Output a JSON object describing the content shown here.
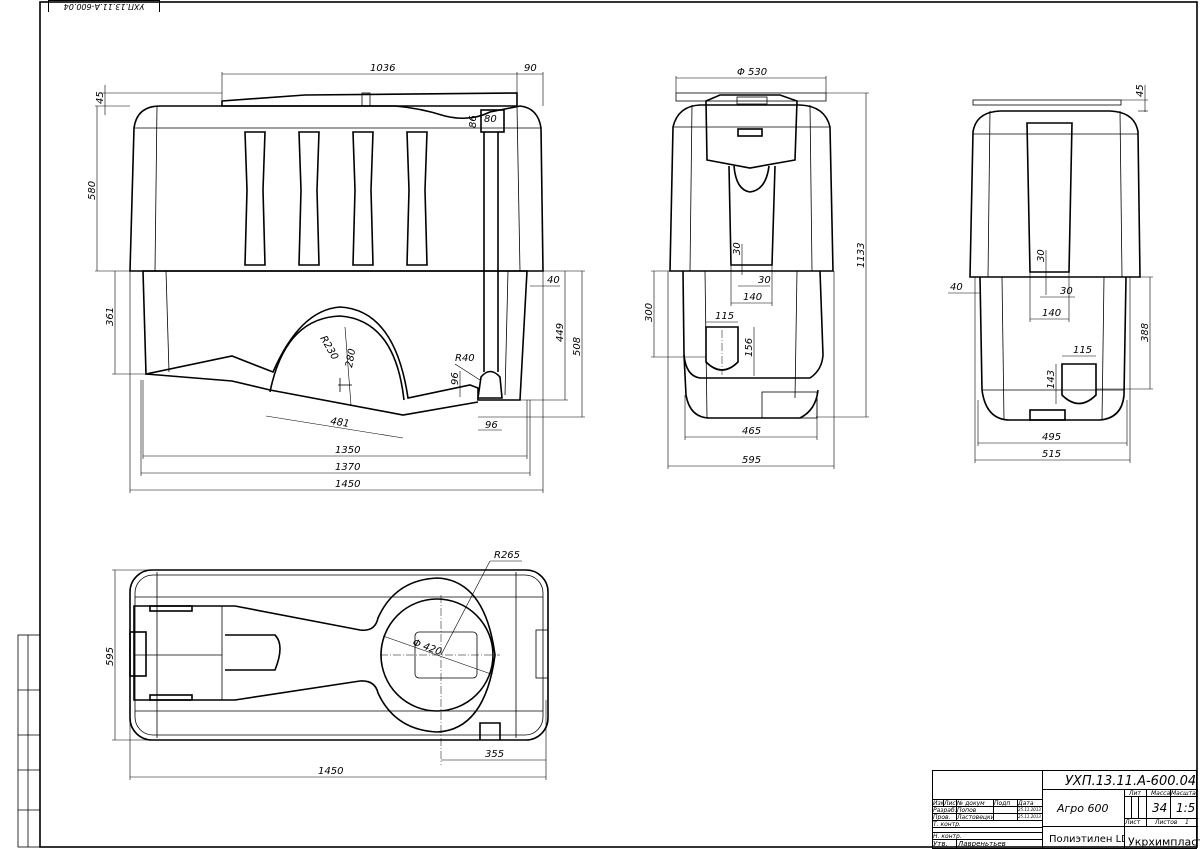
{
  "stamp_mirrored": "УХП.13.11.А-600.04",
  "front_view": {
    "d1036": "1036",
    "d90": "90",
    "d45": "45",
    "d580": "580",
    "d86": "86",
    "d80": "80",
    "d361": "361",
    "d40": "40",
    "d449": "449",
    "d508": "508",
    "r230": "R230",
    "d280": "280",
    "r40": "R40",
    "d96a": "96",
    "d96b": "96",
    "d481": "481",
    "d1350": "1350",
    "d1370": "1370",
    "d1450": "1450"
  },
  "side_view": {
    "phi530": "Φ 530",
    "d1133": "1133",
    "d300": "300",
    "d30a": "30",
    "d30b": "30",
    "d140": "140",
    "d115": "115",
    "d156": "156",
    "d465": "465",
    "d595": "595"
  },
  "end_view": {
    "d45": "45",
    "d40": "40",
    "d388": "388",
    "d30a": "30",
    "d30b": "30",
    "d140": "140",
    "d115": "115",
    "d143": "143",
    "d495": "495",
    "d515": "515"
  },
  "top_view": {
    "r265": "R265",
    "phi420": "Φ 420",
    "d595": "595",
    "d355": "355",
    "d1450": "1450"
  },
  "title_block": {
    "designation": "УХП.13.11.А-600.04",
    "name": "Агро 600",
    "material": "Полиэтилен LDPE",
    "company": "Укрхимпласт",
    "registered_mark": "®",
    "headers": {
      "izm": "Изм",
      "list": "Лист",
      "doc": "№ докум",
      "sign": "Подп",
      "date": "Дата",
      "lit": "Лит",
      "mass": "Масса",
      "scale": "Масштаб",
      "sheet": "Лист",
      "sheets": "Листов"
    },
    "mass": "34",
    "scale": "1:5",
    "sheets_value": "1",
    "roles": [
      {
        "role": "Разраб.",
        "name": "Попов",
        "date": "25.11.2013"
      },
      {
        "role": "Пров.",
        "name": "Ластовецкий",
        "date": "25.11.2013"
      },
      {
        "role": "Т. контр.",
        "name": "",
        "date": ""
      },
      {
        "role": "Н. контр.",
        "name": "",
        "date": ""
      },
      {
        "role": "Утв.",
        "name": "Лавреньтьев",
        "date": ""
      }
    ]
  }
}
